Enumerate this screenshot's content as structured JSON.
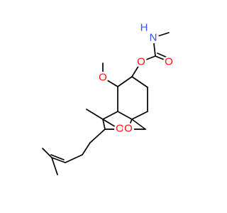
{
  "molecule": {
    "atom_labels": {
      "nh": "N",
      "h": "H",
      "o_carbonyl": "O",
      "o_carbamate": "O",
      "o_methoxy": "O",
      "o_epoxide_side": "O",
      "o_spiro_epoxide": "O"
    },
    "colors": {
      "bond": "#000000",
      "nitrogen": "#3050F8",
      "oxygen": "#FF0D0D"
    }
  }
}
